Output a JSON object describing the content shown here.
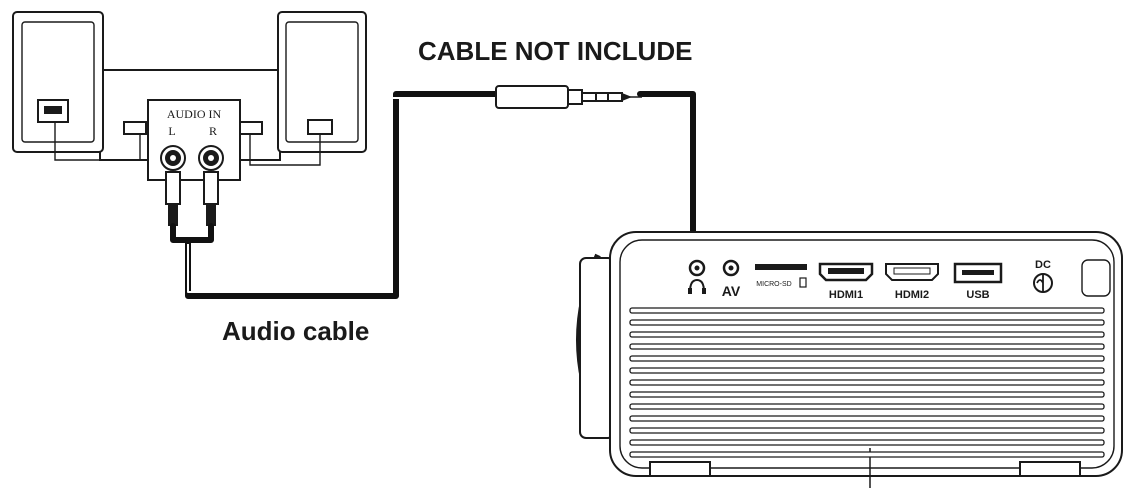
{
  "labels": {
    "cable_note": "CABLE NOT INCLUDE",
    "audio_cable": "Audio cable"
  },
  "speaker_panel": {
    "audio_in": "AUDIO IN",
    "left": "L",
    "right": "R"
  },
  "projector_ports": {
    "sd_slot": "MICRO-SD",
    "av": "AV",
    "hdmi1": "HDMI1",
    "hdmi2": "HDMI2",
    "usb": "USB",
    "dc": "DC"
  },
  "icons": [
    "headphone-icon",
    "power-icon",
    "speaker-icon",
    "projector-icon",
    "audio-jack-icon",
    "rca-plug-icon"
  ],
  "colors": {
    "ink": "#1a1a1a",
    "paper": "#ffffff"
  }
}
